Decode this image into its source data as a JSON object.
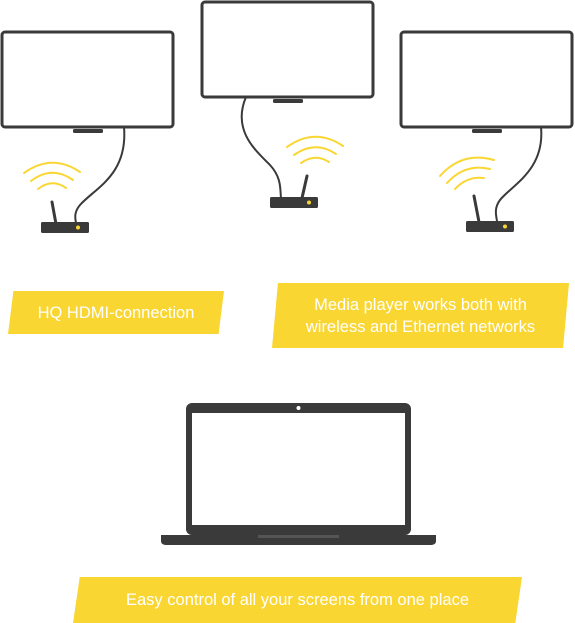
{
  "captions": {
    "hdmi": "HQ HDMI-connection",
    "network_line1": "Media player works both with",
    "network_line2": "wireless and Ethernet networks",
    "control": "Easy control of all your screens from one place"
  },
  "colors": {
    "accent": "#fad633",
    "device": "#3a3a3a",
    "indicator": "#fad633",
    "screen": "#ffffff"
  },
  "icons": {
    "display": "monitor-icon",
    "player": "media-player-icon",
    "signal": "wifi-signal-icon",
    "laptop": "laptop-icon"
  }
}
